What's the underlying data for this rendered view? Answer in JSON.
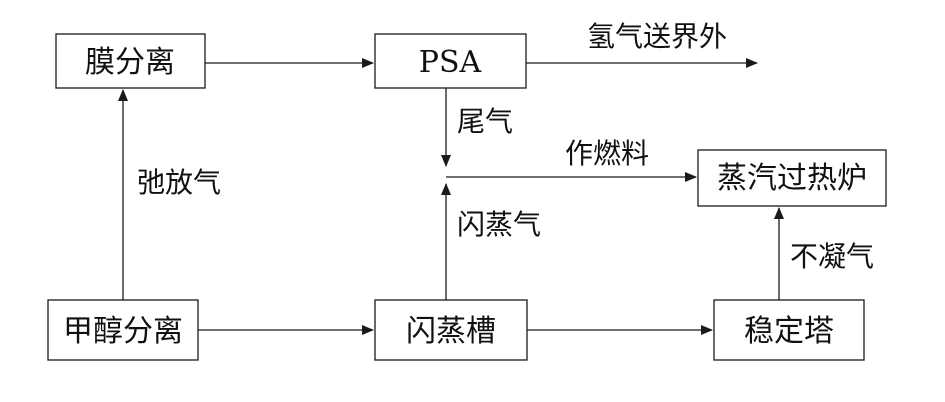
{
  "nodes": {
    "membrane": "膜分离",
    "psa": "PSA",
    "methanol": "甲醇分离",
    "flash": "闪蒸槽",
    "stabilizer": "稳定塔",
    "furnace": "蒸汽过热炉"
  },
  "edges": {
    "purge_gas": "弛放气",
    "hydrogen_out": "氢气送界外",
    "tail_gas": "尾气",
    "fuel": "作燃料",
    "flash_gas": "闪蒸气",
    "noncondensable": "不凝气"
  }
}
